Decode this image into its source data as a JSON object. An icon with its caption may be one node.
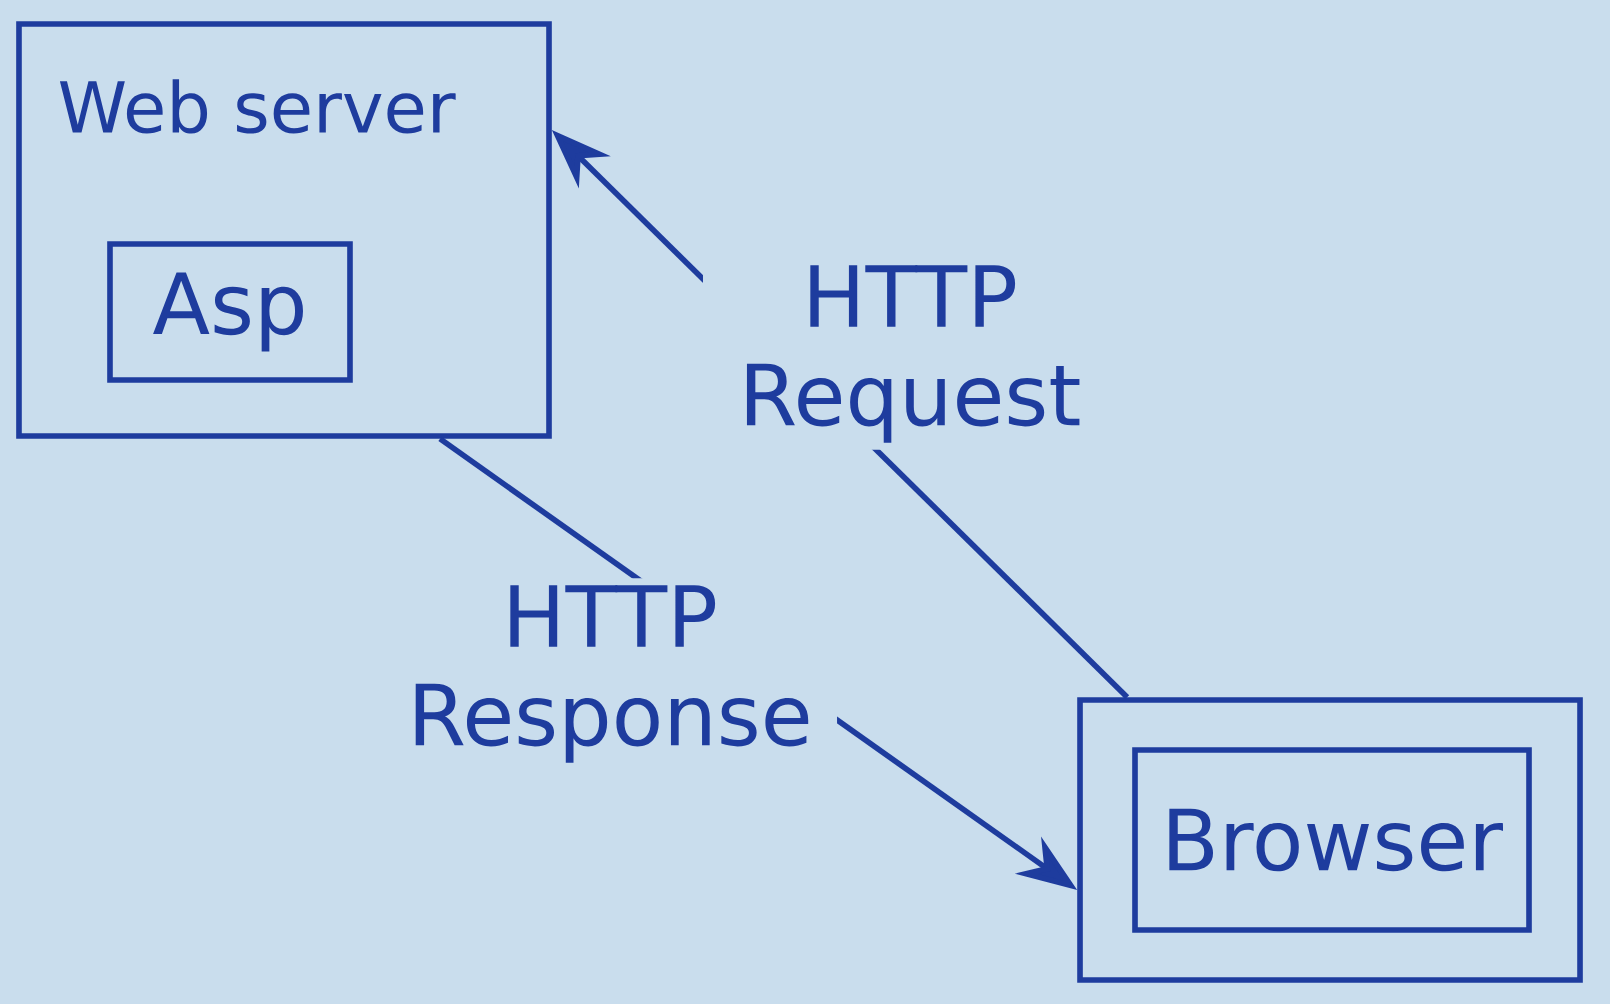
{
  "diagram": {
    "nodes": [
      {
        "text": [
          "Web server"
        ]
      },
      {
        "text": [
          "Asp"
        ],
        "in": 0
      },
      {
        "text": [],
        "shape": "box"
      },
      {
        "text": [
          "Browser"
        ],
        "in": 2
      }
    ],
    "edges": [
      {
        "from": 2,
        "to": 0,
        "arrow": "to",
        "label": "HTTP Request"
      },
      {
        "from": 0,
        "to": 2,
        "arrow": "to",
        "label": "HTTP Response"
      }
    ]
  }
}
